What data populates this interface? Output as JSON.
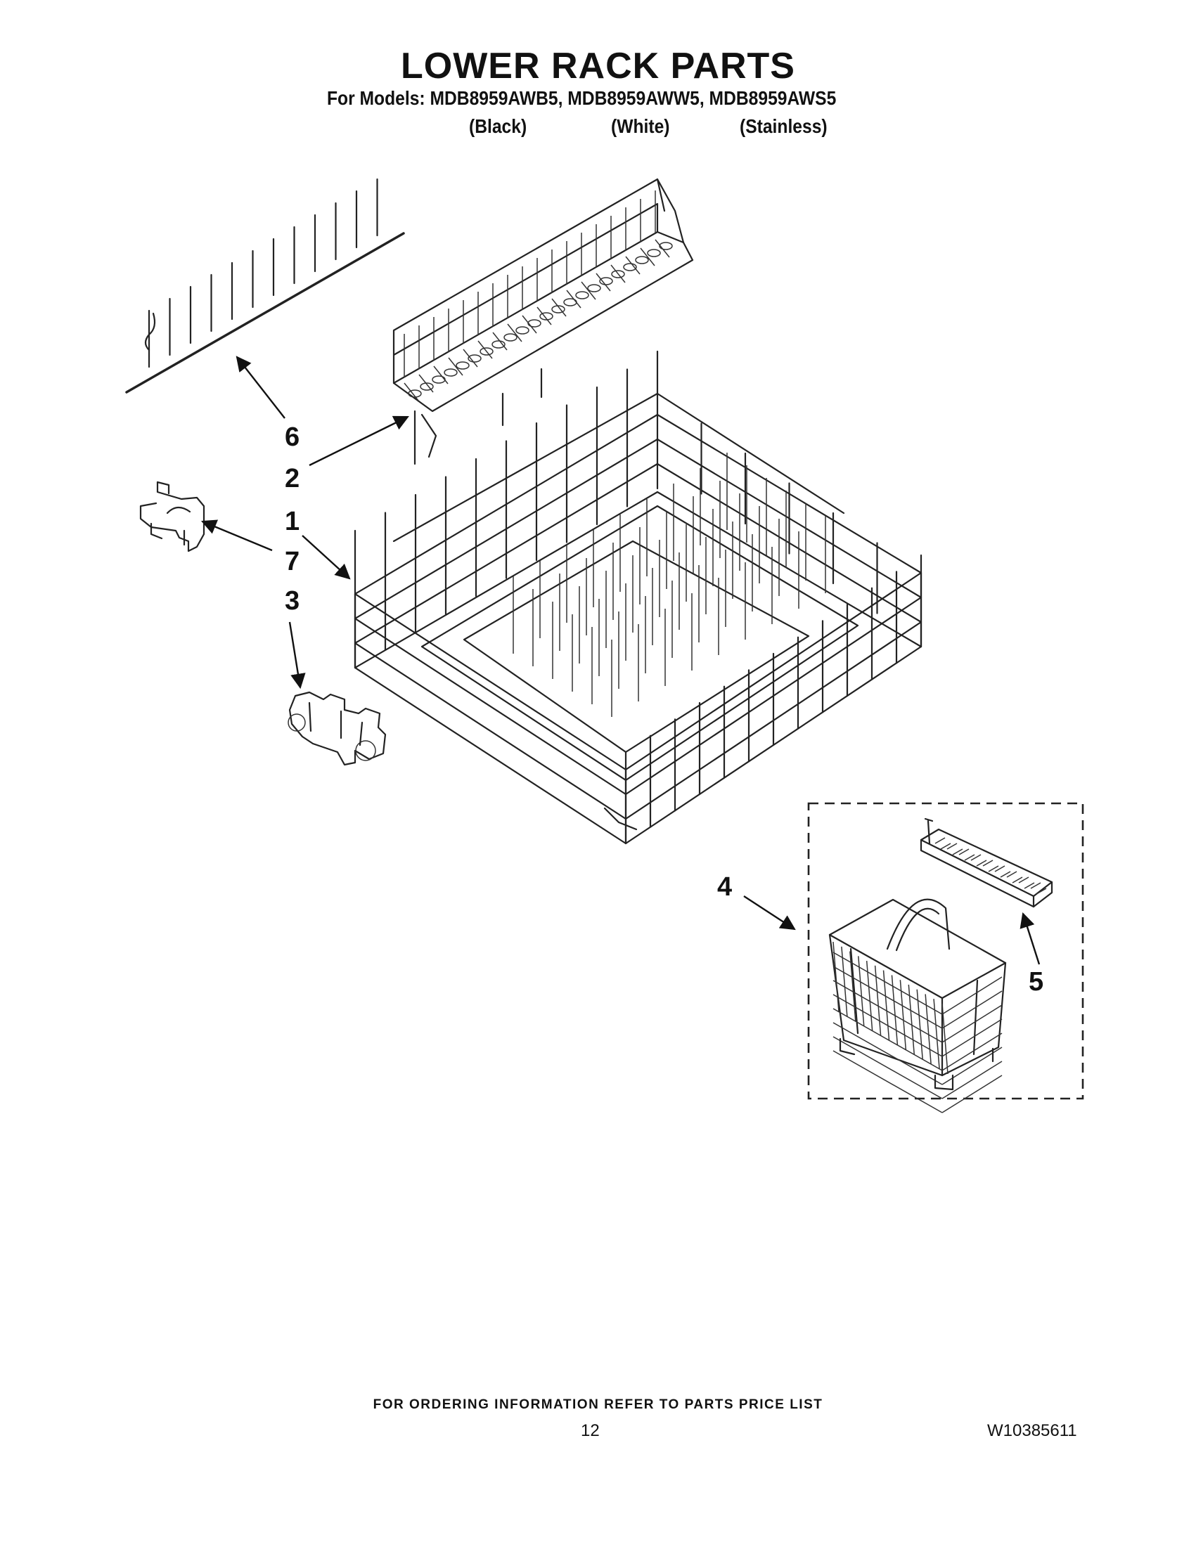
{
  "header": {
    "title": "LOWER RACK PARTS",
    "models_line": "For Models: MDB8959AWB5, MDB8959AWW5, MDB8959AWS5",
    "variants": [
      "(Black)",
      "(White)",
      "(Stainless)"
    ]
  },
  "diagram": {
    "callouts": [
      "6",
      "2",
      "1",
      "7",
      "3",
      "4",
      "5"
    ]
  },
  "footer": {
    "ordering_note": "FOR ORDERING INFORMATION REFER TO PARTS PRICE LIST",
    "page_number": "12",
    "document_number": "W10385611"
  }
}
